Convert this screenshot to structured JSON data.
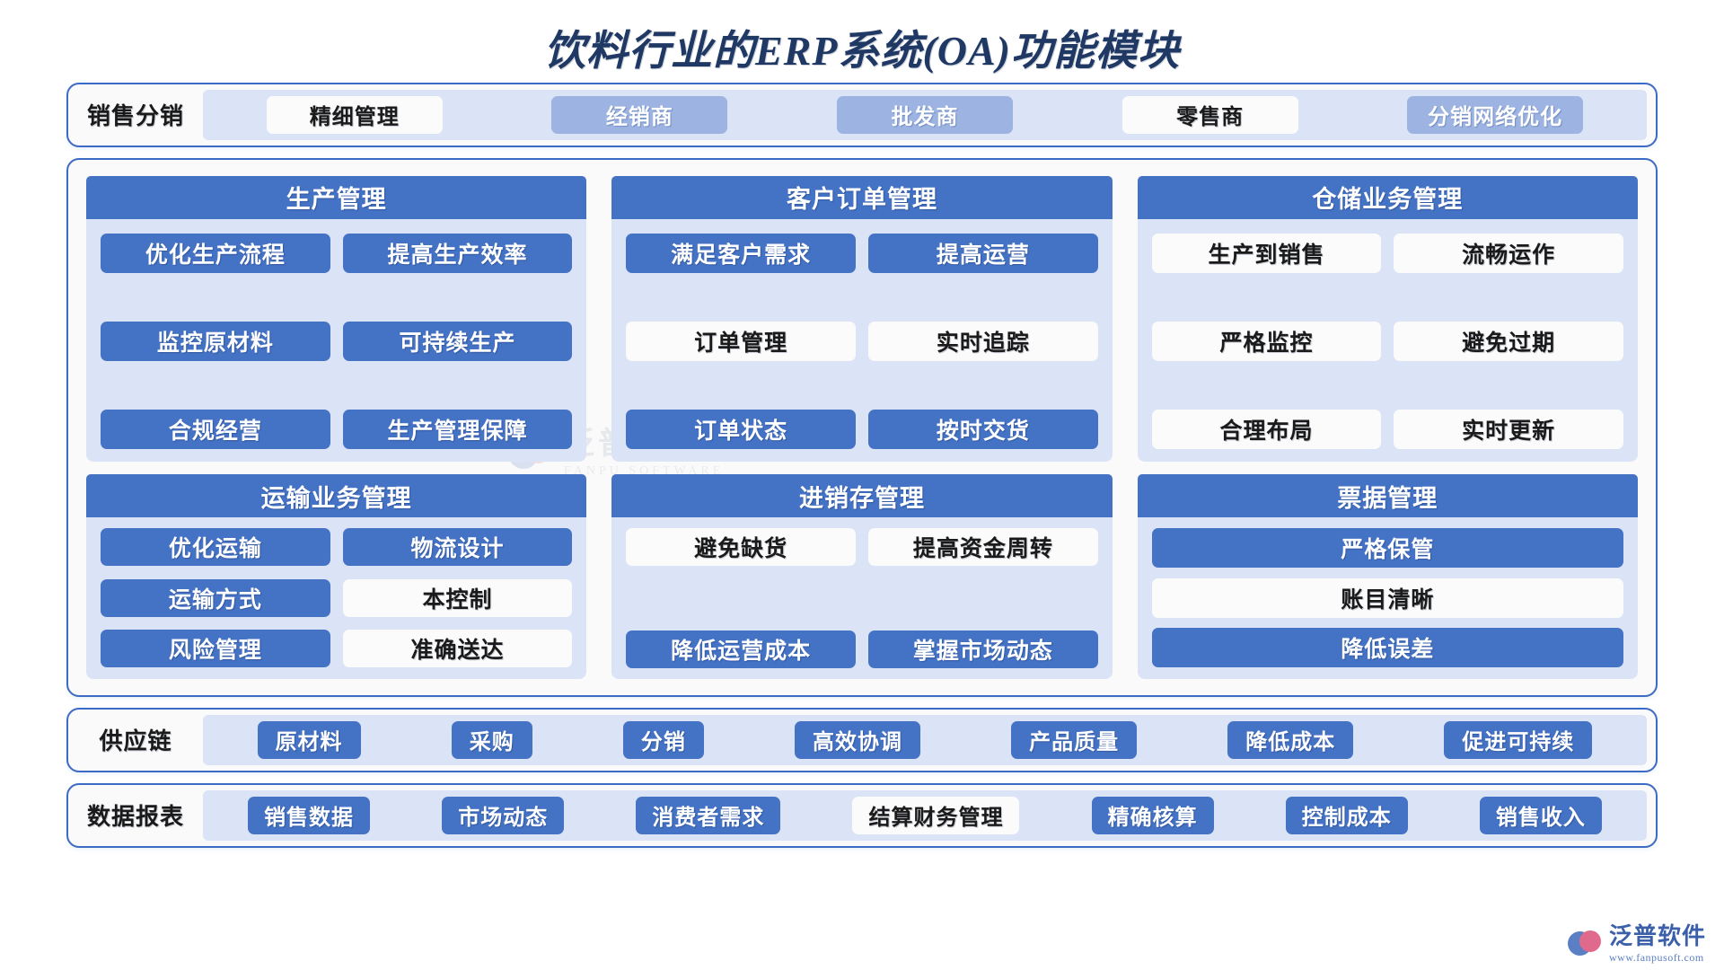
{
  "title": "饮料行业的ERP系统(OA)功能模块",
  "sales_row": {
    "label": "销售分销",
    "items": [
      {
        "text": "精细管理",
        "style": "white"
      },
      {
        "text": "经销商",
        "style": "lightblue"
      },
      {
        "text": "批发商",
        "style": "lightblue"
      },
      {
        "text": "零售商",
        "style": "white"
      },
      {
        "text": "分销网络优化",
        "style": "lightblue"
      }
    ]
  },
  "modules": {
    "top": [
      {
        "title": "生产管理",
        "layout": "two-col",
        "rows": [
          [
            {
              "text": "优化生产流程",
              "style": "blue"
            },
            {
              "text": "提高生产效率",
              "style": "blue"
            }
          ],
          [
            {
              "text": "监控原材料",
              "style": "blue"
            },
            {
              "text": "可持续生产",
              "style": "blue"
            }
          ],
          [
            {
              "text": "合规经营",
              "style": "blue"
            },
            {
              "text": "生产管理保障",
              "style": "blue"
            }
          ]
        ]
      },
      {
        "title": "客户订单管理",
        "layout": "two-col",
        "rows": [
          [
            {
              "text": "满足客户需求",
              "style": "blue"
            },
            {
              "text": "提高运营",
              "style": "blue"
            }
          ],
          [
            {
              "text": "订单管理",
              "style": "white"
            },
            {
              "text": "实时追踪",
              "style": "white"
            }
          ],
          [
            {
              "text": "订单状态",
              "style": "blue"
            },
            {
              "text": "按时交货",
              "style": "blue"
            }
          ]
        ]
      },
      {
        "title": "仓储业务管理",
        "layout": "two-col",
        "rows": [
          [
            {
              "text": "生产到销售",
              "style": "white"
            },
            {
              "text": "流畅运作",
              "style": "white"
            }
          ],
          [
            {
              "text": "严格监控",
              "style": "white"
            },
            {
              "text": "避免过期",
              "style": "white"
            }
          ],
          [
            {
              "text": "合理布局",
              "style": "white"
            },
            {
              "text": "实时更新",
              "style": "white"
            }
          ]
        ]
      }
    ],
    "bottom": [
      {
        "title": "运输业务管理",
        "layout": "two-col",
        "rows": [
          [
            {
              "text": "优化运输",
              "style": "blue"
            },
            {
              "text": "物流设计",
              "style": "blue"
            }
          ],
          [
            {
              "text": "运输方式",
              "style": "blue"
            },
            {
              "text": "本控制",
              "style": "white"
            }
          ],
          [
            {
              "text": "风险管理",
              "style": "blue"
            },
            {
              "text": "准确送达",
              "style": "white"
            }
          ]
        ]
      },
      {
        "title": "进销存管理",
        "layout": "two-col",
        "rows": [
          [
            {
              "text": "避免缺货",
              "style": "white"
            },
            {
              "text": "提高资金周转",
              "style": "white"
            }
          ],
          [
            {
              "text": "降低运营成本",
              "style": "blue"
            },
            {
              "text": "掌握市场动态",
              "style": "blue"
            }
          ]
        ]
      },
      {
        "title": "票据管理",
        "layout": "one-col",
        "items": [
          {
            "text": "严格保管",
            "style": "blue"
          },
          {
            "text": "账目清晰",
            "style": "white"
          },
          {
            "text": "降低误差",
            "style": "blue"
          }
        ]
      }
    ]
  },
  "supply_row": {
    "label": "供应链",
    "items": [
      {
        "text": "原材料",
        "style": "blue"
      },
      {
        "text": "采购",
        "style": "blue"
      },
      {
        "text": "分销",
        "style": "blue"
      },
      {
        "text": "高效协调",
        "style": "blue"
      },
      {
        "text": "产品质量",
        "style": "blue"
      },
      {
        "text": "降低成本",
        "style": "blue"
      },
      {
        "text": "促进可持续",
        "style": "blue"
      }
    ]
  },
  "reports_row": {
    "label": "数据报表",
    "items": [
      {
        "text": "销售数据",
        "style": "blue"
      },
      {
        "text": "市场动态",
        "style": "blue"
      },
      {
        "text": "消费者需求",
        "style": "blue"
      },
      {
        "text": "结算财务管理",
        "style": "white"
      },
      {
        "text": "精确核算",
        "style": "blue"
      },
      {
        "text": "控制成本",
        "style": "blue"
      },
      {
        "text": "销售收入",
        "style": "blue"
      }
    ]
  },
  "watermark": {
    "cn": "泛普软件",
    "en": "FANPU SOFTWARE"
  },
  "logo": {
    "cn": "泛普软件",
    "url": "www.fanpusoft.com"
  },
  "colors": {
    "brand_blue": "#4472c4",
    "light_blue": "#9db4e2",
    "panel_blue": "#dbe3f6",
    "border_blue": "#3c6ac4",
    "title_navy": "#1f3864"
  }
}
